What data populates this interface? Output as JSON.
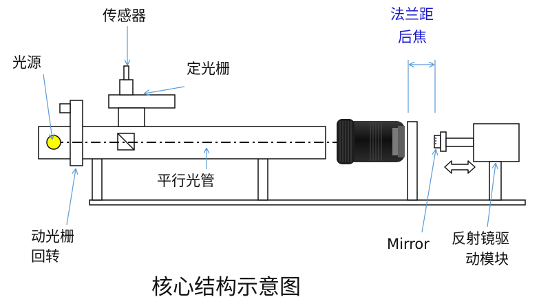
{
  "labels": {
    "sensor": "传感器",
    "fixed_grating": "定光栅",
    "light_source": "光源",
    "collimator": "平行光管",
    "moving_grating_line1": "动光栅",
    "moving_grating_line2": "回转",
    "flange_line1": "法兰距",
    "flange_line2": "后焦",
    "mirror": "Mirror",
    "drive_line1": "反射镜驱",
    "drive_line2": "动模块",
    "title": "核心结构示意图"
  },
  "colors": {
    "outline": "#111111",
    "pointer": "#5b9bd5",
    "flange_text": "#1a1acc",
    "light_source": "#ffff00",
    "lens_body": "#1b1b1b"
  }
}
